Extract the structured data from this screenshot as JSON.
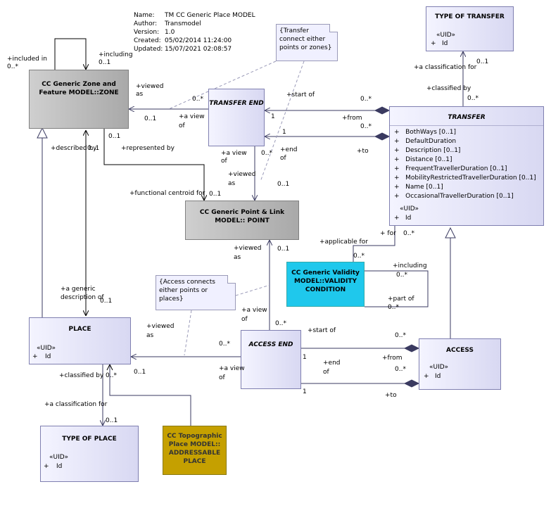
{
  "metadata": {
    "name_label": "Name:",
    "name_value": "TM CC Generic Place MODEL",
    "author_label": "Author:",
    "author_value": "Transmodel",
    "version_label": "Version:",
    "version_value": "1.0",
    "created_label": "Created:",
    "created_value": "05/02/2014 11:24:00",
    "updated_label": "Updated:",
    "updated_value": "15/07/2021 02:08:57"
  },
  "nodes": {
    "zone": {
      "title": "CC Generic Zone and Feature MODEL::ZONE"
    },
    "transfer_end": {
      "title": "TRANSFER END"
    },
    "type_of_transfer": {
      "title": "TYPE OF TRANSFER",
      "stereo": "«UID»",
      "plus": "+",
      "attr": "Id"
    },
    "transfer": {
      "title": "TRANSFER",
      "attributes": [
        "BothWays [0..1]",
        "DefaultDuration",
        "Description [0..1]",
        "Distance [0..1]",
        "FrequentTravellerDuration [0..1]",
        "MobilityRestrictedTravellerDuration [0..1]",
        "Name [0..1]",
        "OccasionalTravellerDuration [0..1]"
      ],
      "stereo": "«UID»",
      "plus": "+",
      "attr": "Id"
    },
    "point": {
      "title": "CC Generic Point & Link MODEL:: POINT"
    },
    "validity": {
      "title": "CC Generic Validity MODEL::VALIDITY CONDITION"
    },
    "place": {
      "title": "PLACE",
      "stereo": "«UID»",
      "plus": "+",
      "attr": "Id"
    },
    "access_end": {
      "title": "ACCESS END"
    },
    "access": {
      "title": "ACCESS",
      "stereo": "«UID»",
      "plus": "+",
      "attr": "Id"
    },
    "type_of_place": {
      "title": "TYPE OF PLACE",
      "stereo": "«UID»",
      "plus": "+",
      "attr": "Id"
    },
    "addressable": {
      "title": "CC Topographic Place MODEL:: ADDRESSABLE PLACE"
    }
  },
  "notes": {
    "transfer_note": "{Transfer connect either points or zones}",
    "access_note": "{Access connects either points or places}"
  },
  "labels": {
    "incl_zone": "+included in",
    "incl_zone_m": "0..*",
    "including_zone": "+including",
    "including_zone_m": "0..1",
    "zone_viewed": "+viewed",
    "zone_viewed_as": "as",
    "zone_viewed_m": "0..*",
    "te_view_zone_m": "0..1",
    "te_view_zone": "+a view",
    "te_view_zone_of": "of",
    "start_of": "+start of",
    "start_of_m": "0..*",
    "te_from": "+from",
    "te_from_m": "0..*",
    "te_1a": "1",
    "te_1b": "1",
    "te_to": "+to",
    "zone_rep_m": "0..1",
    "zone_rep": "+represented by",
    "zone_described": "+described by",
    "zone_described_m": "0..1",
    "te_view_pt": "+a view",
    "te_view_pt_of": "of",
    "te_viewed_pt": "+viewed",
    "te_viewed_pt_as": "as",
    "te_end_m": "0..*",
    "te_end": "+end",
    "te_end_of": "of",
    "pt_m1": "0..1",
    "func_centroid": "+functional centroid for",
    "func_m": "0..1",
    "tt_class_for": "+a classification for",
    "tt_class_m": "0..1",
    "tr_class_by": "+classified by",
    "tr_class_m": "0..*",
    "applicable_for": "+applicable for",
    "applicable_m": "0..*",
    "for_lbl": "+ for",
    "for_m": "0..*",
    "vc_including": "+including",
    "vc_including_m": "0..*",
    "vc_part_of": "+part of",
    "vc_part_of_m": "0..*",
    "pt_viewed": "+viewed",
    "pt_viewed_as": "as",
    "pt_viewed_m": "0..1",
    "ae_view_pt": "+a view",
    "ae_view_pt_of": "of",
    "ae_view_pt_m": "0..*",
    "pl_generic": "+a generic",
    "pl_generic_desc": "description of",
    "pl_generic_m": "0..1",
    "pl_viewed": "+viewed",
    "pl_viewed_as": "as",
    "pl_viewed_m": "0..*",
    "ae_start_of": "+start of",
    "ae_start_m": "0..*",
    "ae_from": "+from",
    "ae_from_m": "0..*",
    "ae_1a": "1",
    "ae_end": "+end",
    "ae_end_of": "of",
    "ae_1b": "1",
    "ae_to": "+to",
    "pl_view_m": "0..1",
    "ae_view_pl": "+a view",
    "ae_view_pl_of": "of",
    "pl_class_by": "+classified by",
    "pl_class_m": "0..*",
    "tp_class_for": "+a classification for",
    "tp_class_m": "0..1"
  }
}
